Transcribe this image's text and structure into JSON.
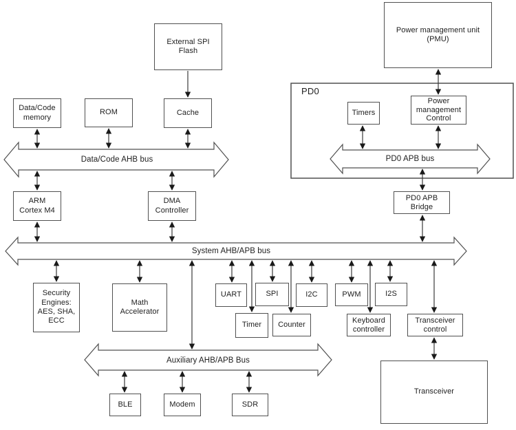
{
  "diagram": {
    "boxes": {
      "external_spi_flash": "External SPI\nFlash",
      "pmu": "Power management unit\n(PMU)",
      "data_code_memory": "Data/Code\nmemory",
      "rom": "ROM",
      "cache": "Cache",
      "pd0_region": "PD0",
      "timers": "Timers",
      "power_management_control": "Power\nmanagement\nControl",
      "arm_cortex_m4": "ARM\nCortex M4",
      "dma_controller": "DMA\nController",
      "pd0_apb_bridge": "PD0 APB\nBridge",
      "security_engines": "Security\nEngines:\nAES, SHA,\nECC",
      "math_accelerator": "Math\nAccelerator",
      "uart": "UART",
      "spi": "SPI",
      "i2c": "I2C",
      "pwm": "PWM",
      "i2s": "I2S",
      "timer": "Timer",
      "counter": "Counter",
      "keyboard_controller": "Keyboard\ncontroller",
      "transceiver_control": "Transceiver\ncontrol",
      "transceiver": "Transceiver",
      "ble": "BLE",
      "modem": "Modem",
      "sdr": "SDR"
    },
    "buses": {
      "data_code_ahb": "Data/Code AHB bus",
      "system_ahb_apb": "System AHB/APB bus",
      "pd0_apb": "PD0 APB bus",
      "auxiliary_ahb_apb": "Auxiliary AHB/APB Bus"
    },
    "colors": {
      "line": "#383838",
      "border": "#4f4f4f",
      "text": "#202020",
      "background": "#ffffff"
    }
  }
}
